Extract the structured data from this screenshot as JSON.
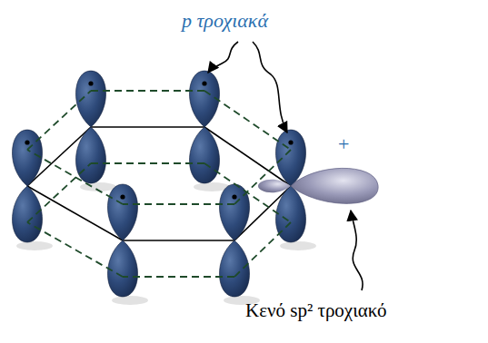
{
  "diagram": {
    "labels": [
      "p τροχιακά",
      "+",
      "Κενό sp² τροχιακό"
    ]
  }
}
